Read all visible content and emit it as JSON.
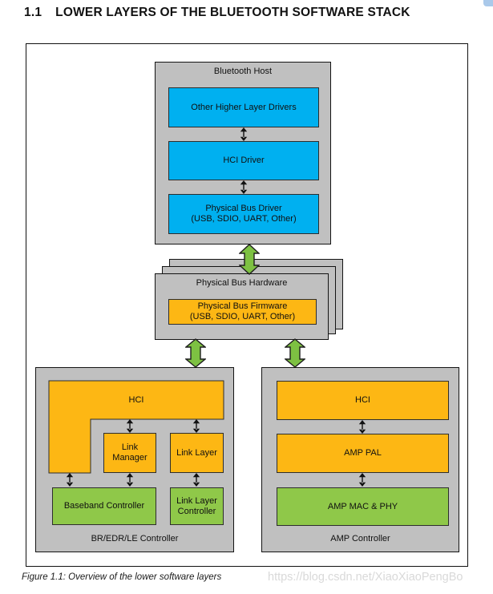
{
  "header": {
    "section_number": "1.1",
    "title": "LOWER LAYERS OF THE BLUETOOTH SOFTWARE STACK"
  },
  "diagram": {
    "bluetooth_host": {
      "label": "Bluetooth Host",
      "other_higher_layer_drivers": "Other Higher Layer Drivers",
      "hci_driver": "HCI Driver",
      "physical_bus_driver": "Physical Bus Driver\n(USB, SDIO, UART, Other)"
    },
    "physical_bus_hardware": {
      "label": "Physical Bus Hardware",
      "firmware": "Physical Bus Firmware\n(USB, SDIO, UART, Other)"
    },
    "br_edr_le_controller": {
      "label": "BR/EDR/LE Controller",
      "hci": "HCI",
      "link_manager": "Link\nManager",
      "link_layer": "Link Layer",
      "baseband_controller": "Baseband Controller",
      "link_layer_controller": "Link Layer\nController"
    },
    "amp_controller": {
      "label": "AMP Controller",
      "hci": "HCI",
      "amp_pal": "AMP PAL",
      "amp_mac_phy": "AMP MAC & PHY"
    }
  },
  "caption": "Figure 1.1:  Overview of the lower software layers",
  "watermark": "https://blog.csdn.net/XiaoXiaoPengBo",
  "colors": {
    "host_blue": "#00B0F0",
    "firmware_orange": "#FDB714",
    "controller_green": "#8FC849",
    "container_gray": "#C0C0C0",
    "arrow_green": "#7DC142"
  }
}
